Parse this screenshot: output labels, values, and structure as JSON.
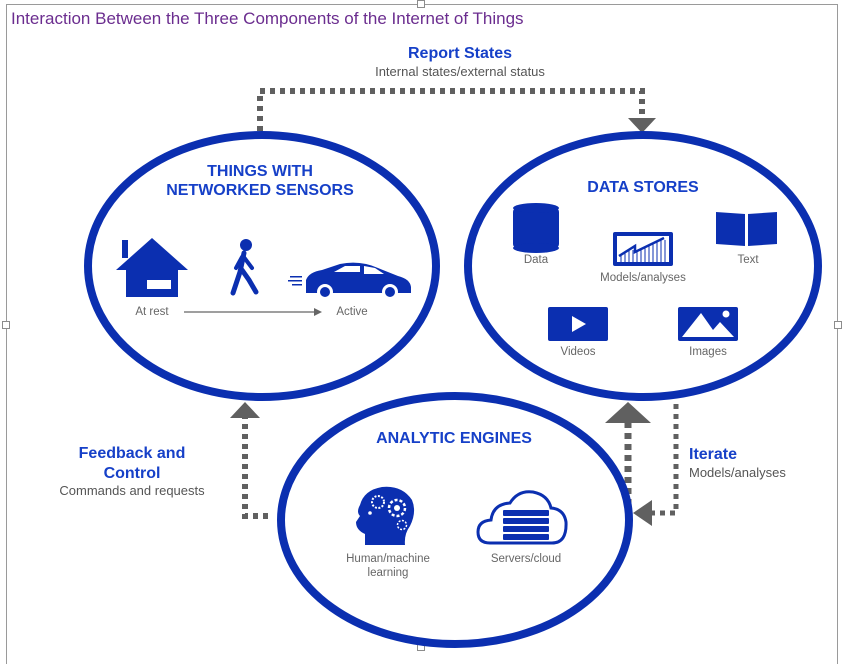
{
  "title": "Interaction Between the Three Components of the Internet of Things",
  "colors": {
    "title": "#6b2d8f",
    "accent_blue": "#0b2fb0",
    "heading_blue": "#1640c8",
    "arrow_gray": "#606060",
    "label_gray": "#666666"
  },
  "flows": {
    "report_states": {
      "heading": "Report States",
      "subtext": "Internal states/external status"
    },
    "feedback": {
      "heading_line1": "Feedback and",
      "heading_line2": "Control",
      "subtext": "Commands and requests"
    },
    "iterate": {
      "heading": "Iterate",
      "subtext": "Models/analyses"
    }
  },
  "components": {
    "things": {
      "title_line1": "THINGS WITH",
      "title_line2": "NETWORKED SENSORS",
      "icons": [
        {
          "name": "house-icon"
        },
        {
          "name": "walking-person-icon"
        },
        {
          "name": "car-icon"
        }
      ],
      "scale_start": "At rest",
      "scale_end": "Active"
    },
    "data_stores": {
      "title": "DATA STORES",
      "items": [
        {
          "icon": "database-icon",
          "label": "Data"
        },
        {
          "icon": "chart-icon",
          "label": "Models/analyses"
        },
        {
          "icon": "book-icon",
          "label": "Text"
        },
        {
          "icon": "video-play-icon",
          "label": "Videos"
        },
        {
          "icon": "image-icon",
          "label": "Images"
        }
      ]
    },
    "analytic_engines": {
      "title": "ANALYTIC ENGINES",
      "items": [
        {
          "icon": "head-gears-icon",
          "label_line1": "Human/machine",
          "label_line2": "learning"
        },
        {
          "icon": "cloud-server-icon",
          "label_line1": "Servers/cloud"
        }
      ]
    }
  }
}
